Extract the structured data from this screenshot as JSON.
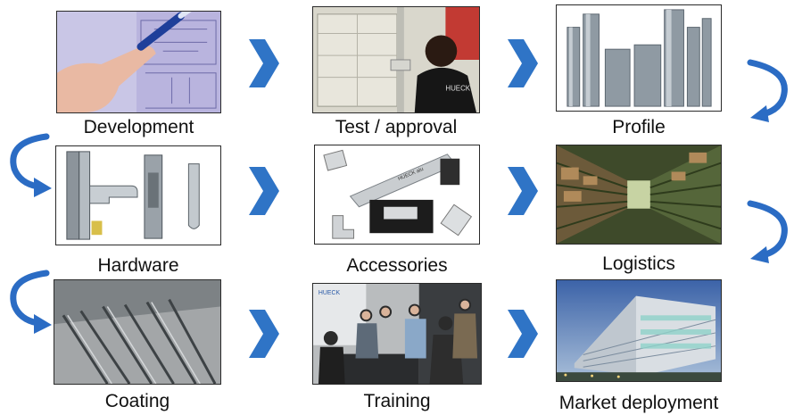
{
  "steps": [
    {
      "label": "Development"
    },
    {
      "label": "Test / approval"
    },
    {
      "label": "Profile"
    },
    {
      "label": "Hardware"
    },
    {
      "label": "Accessories"
    },
    {
      "label": "Logistics"
    },
    {
      "label": "Coating"
    },
    {
      "label": "Training"
    },
    {
      "label": "Market deployment"
    }
  ],
  "badges": {
    "huecks_jacket": "HUECK",
    "accessory_tag": "HUECK alu",
    "training_sign": "HUECK"
  },
  "colors": {
    "arrow_blue": "#2f74c6",
    "curve_blue": "#2b6cc4"
  }
}
